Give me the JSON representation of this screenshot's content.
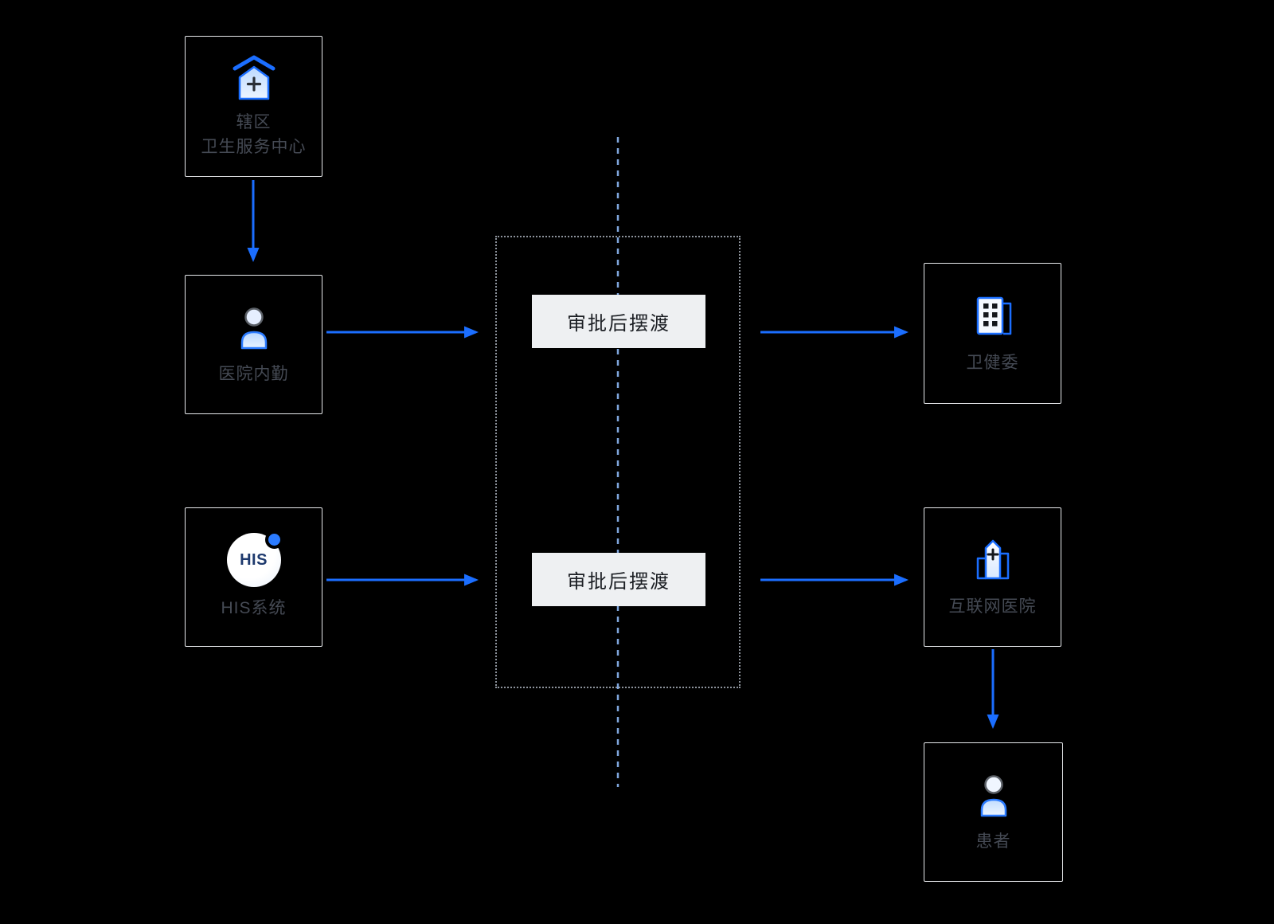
{
  "diagram": {
    "nodes": {
      "health_center": {
        "label": "辖区\n卫生服务中心"
      },
      "hospital_staff": {
        "label": "医院内勤"
      },
      "his_system": {
        "label": "HIS系统",
        "badge": "HIS"
      },
      "health_commission": {
        "label": "卫健委"
      },
      "internet_hospital": {
        "label": "互联网医院"
      },
      "patient": {
        "label": "患者"
      }
    },
    "gateways": {
      "top": "审批后摆渡",
      "bottom": "审批后摆渡"
    },
    "colors": {
      "accent_blue": "#1b6eff",
      "dashed_line": "#7fa6dd",
      "boundary_dotted": "#8d939c",
      "gateway_bg": "#eef0f2",
      "node_border": "#e7e9ec"
    }
  }
}
